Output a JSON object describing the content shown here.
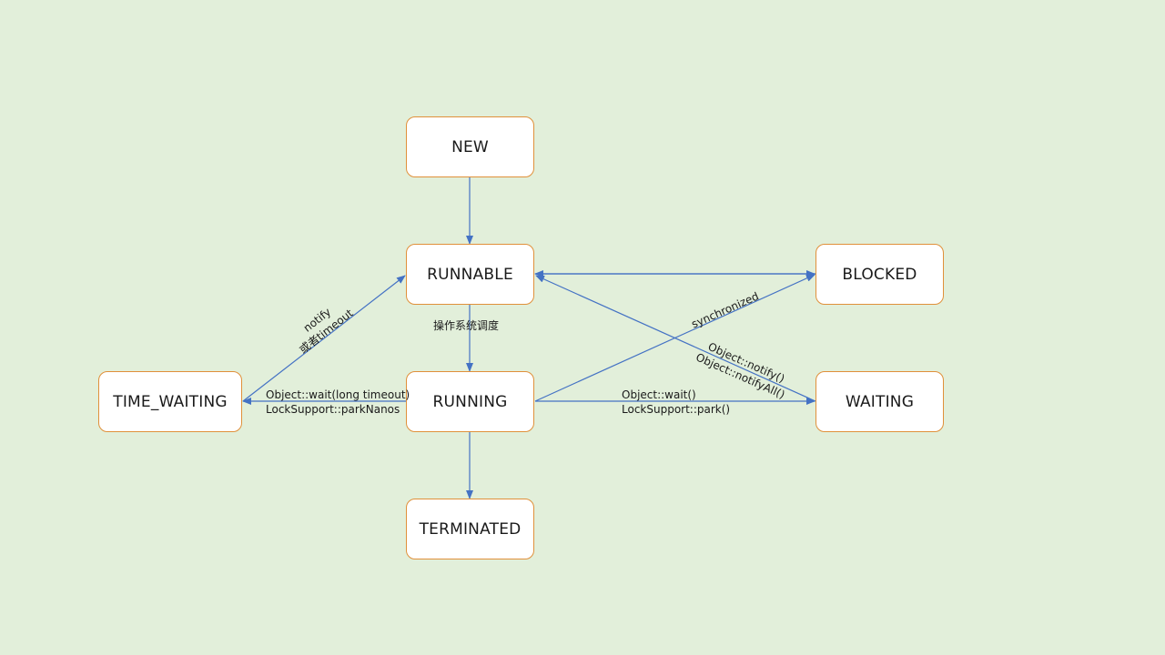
{
  "states": {
    "new": "NEW",
    "runnable": "RUNNABLE",
    "running": "RUNNING",
    "blocked": "BLOCKED",
    "waiting": "WAITING",
    "time_waiting": "TIME_WAITING",
    "terminated": "TERMINATED"
  },
  "transitions": {
    "os_schedule": "操作系统调度",
    "synchronized": "synchronized",
    "notify_line1": "notify",
    "notify_line2": "或者timeout",
    "wait_timed_line1": "Object::wait(long timeout)",
    "wait_timed_line2": "LockSupport::parkNanos",
    "wait_line1": "Object::wait()",
    "wait_line2": "LockSupport::park()",
    "notify_all_line1": "Object::notify()",
    "notify_all_line2": "Object::notifyAll()"
  },
  "colors": {
    "background": "#e2efda",
    "node_border": "#e0903a",
    "node_fill": "#ffffff",
    "edge": "#4472c4"
  }
}
